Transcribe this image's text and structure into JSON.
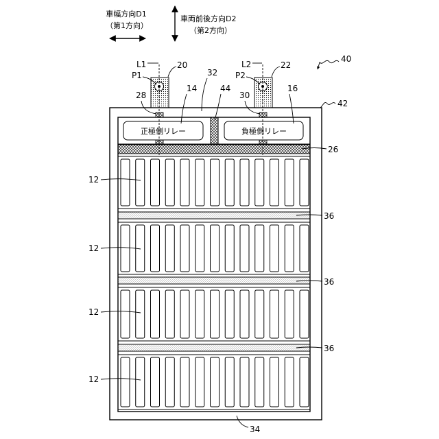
{
  "directions": {
    "d1": {
      "label": "車幅方向D1",
      "sub": "（第1方向）"
    },
    "d2": {
      "label": "車両前後方向D2",
      "sub": "（第2方向）"
    }
  },
  "relays": {
    "positive_label": "正極側リレー",
    "negative_label": "負極側リレー"
  },
  "reference_lines": {
    "l1": "L1",
    "l2": "L2"
  },
  "bolt_points": {
    "p1": "P1",
    "p2": "P2"
  },
  "numerals": {
    "battery_pack": "40",
    "case": "42",
    "positive_terminal": "20",
    "negative_terminal": "22",
    "positive_relay": "14",
    "negative_relay": "16",
    "relay_space": "32",
    "relay_separator": "44",
    "positive_connector": "28",
    "negative_connector": "30",
    "busbar_band": "26",
    "case_bottom": "34",
    "modules": [
      "12",
      "12",
      "12",
      "12"
    ],
    "module_gaps": [
      "36",
      "36",
      "36"
    ]
  },
  "colors": {
    "line": "#000000",
    "background": "#ffffff"
  }
}
